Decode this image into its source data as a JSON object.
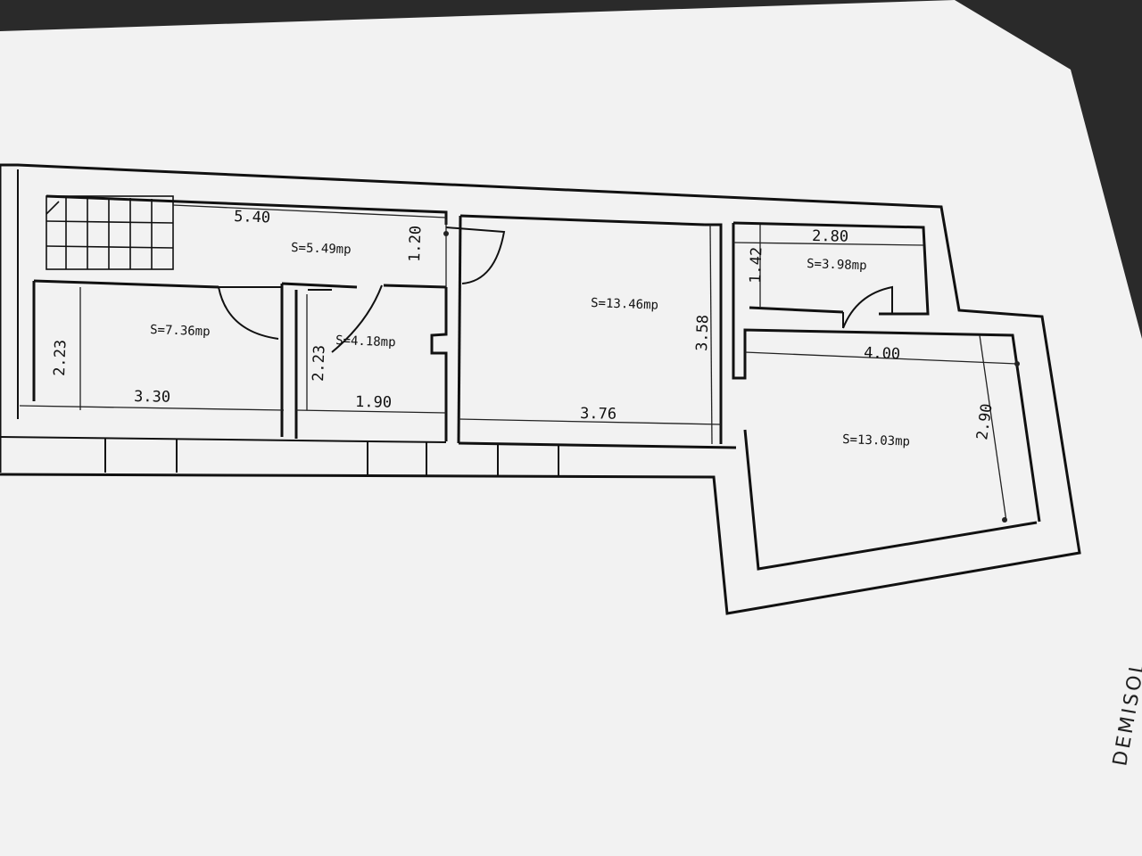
{
  "plan": {
    "room_areas": {
      "hall": "S=5.49mp",
      "room_left": "S=7.36mp",
      "bath": "S=4.18mp",
      "room_center": "S=13.46mp",
      "storage": "S=3.98mp",
      "room_right": "S=13.03mp"
    },
    "dimensions": {
      "hall_length": "5.40",
      "hall_width": "1.20",
      "left_height": "2.23",
      "left_width": "3.30",
      "bath_height": "2.23",
      "bath_width": "1.90",
      "center_width": "3.76",
      "center_height": "3.58",
      "storage_width": "2.80",
      "storage_height": "1.42",
      "right_width": "4.00",
      "right_height": "2.90"
    },
    "handwritten_note": "DEMISOL"
  }
}
